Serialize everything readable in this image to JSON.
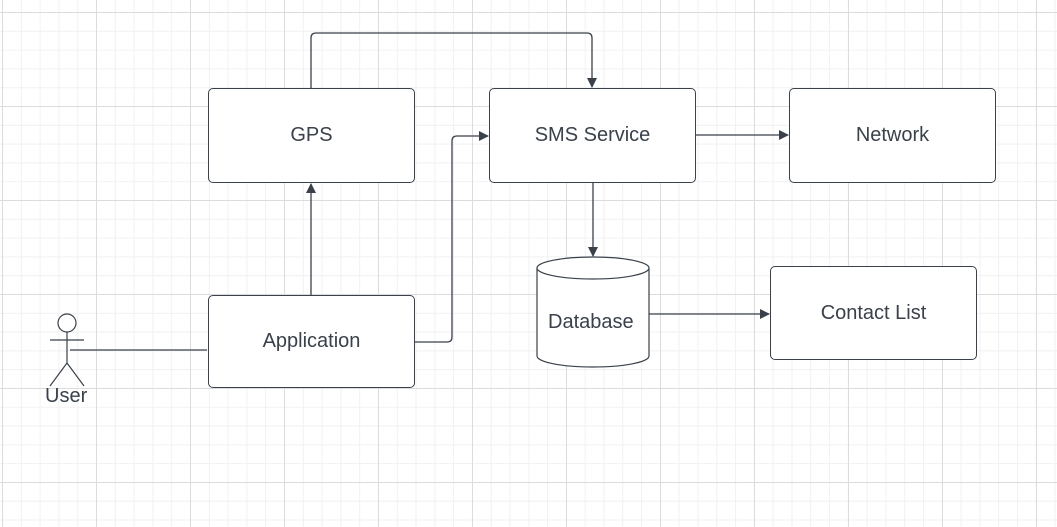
{
  "diagram": {
    "nodes": {
      "gps": "GPS",
      "sms_service": "SMS Service",
      "network": "Network",
      "application": "Application",
      "database": "Database",
      "contact_list": "Contact List"
    },
    "actor": "User",
    "edges": [
      {
        "from": "user",
        "to": "application"
      },
      {
        "from": "application",
        "to": "gps"
      },
      {
        "from": "application",
        "to": "sms_service"
      },
      {
        "from": "gps",
        "to": "sms_service"
      },
      {
        "from": "sms_service",
        "to": "network"
      },
      {
        "from": "sms_service",
        "to": "database"
      },
      {
        "from": "database",
        "to": "contact_list"
      }
    ],
    "colors": {
      "stroke": "#3a414a",
      "fill": "#ffffff",
      "grid": "#dcdcdc"
    }
  }
}
